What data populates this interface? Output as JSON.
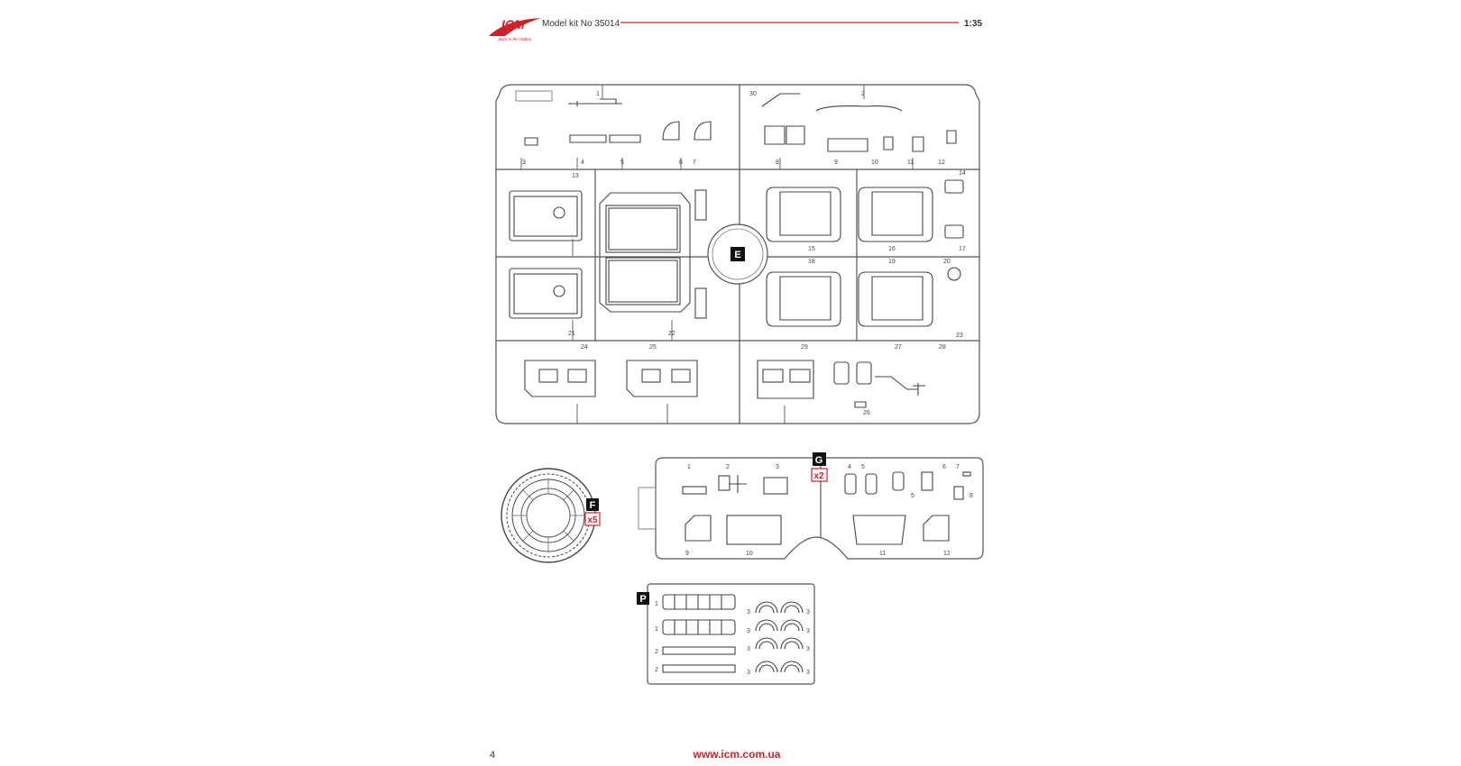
{
  "header": {
    "brand": "ICM",
    "tagline": "Born in the Hobby",
    "kit": "Model kit No 35014",
    "scale": "1:35",
    "accent": "#d0202a"
  },
  "sprues": {
    "E": {
      "label": "E",
      "numbers": [
        "1",
        "2",
        "3",
        "4",
        "5",
        "6",
        "7",
        "8",
        "9",
        "10",
        "11",
        "12",
        "13",
        "14",
        "15",
        "16",
        "17",
        "18",
        "19",
        "20",
        "21",
        "22",
        "23",
        "24",
        "25",
        "26",
        "27",
        "28",
        "29",
        "30"
      ]
    },
    "F": {
      "label": "F",
      "multiplier": "x5"
    },
    "G": {
      "label": "G",
      "multiplier": "x2",
      "numbers": [
        "1",
        "2",
        "3",
        "4",
        "5",
        "6",
        "7",
        "8",
        "9",
        "10",
        "11",
        "12"
      ]
    },
    "P": {
      "label": "P",
      "numbers": [
        "1",
        "1",
        "2",
        "2",
        "3",
        "3",
        "3",
        "3",
        "3",
        "3",
        "3",
        "3"
      ]
    }
  },
  "footer": {
    "page_number": "4",
    "url": "www.icm.com.ua"
  }
}
